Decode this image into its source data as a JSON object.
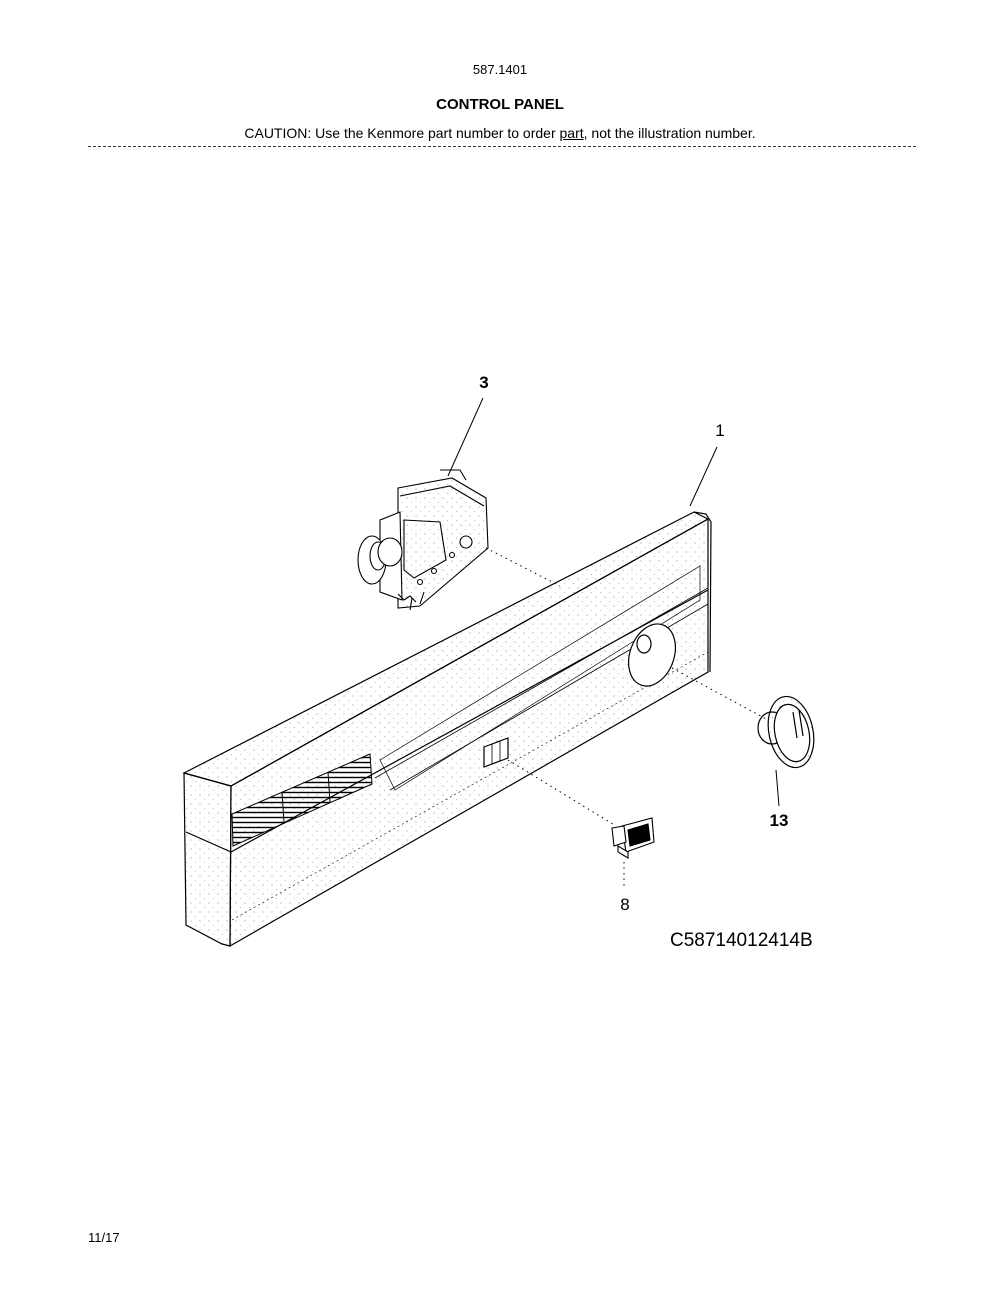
{
  "header": {
    "model_number": "587.1401",
    "title": "CONTROL PANEL",
    "caution_before": "CAUTION: Use the Kenmore part number to order ",
    "caution_underlined": "part",
    "caution_after": ", not the illustration number."
  },
  "diagram": {
    "callouts": {
      "c1": "1",
      "c3": "3",
      "c8": "8",
      "c13": "13"
    },
    "drawing_code": "C58714012414B"
  },
  "footer": {
    "page_date": "11/17"
  }
}
